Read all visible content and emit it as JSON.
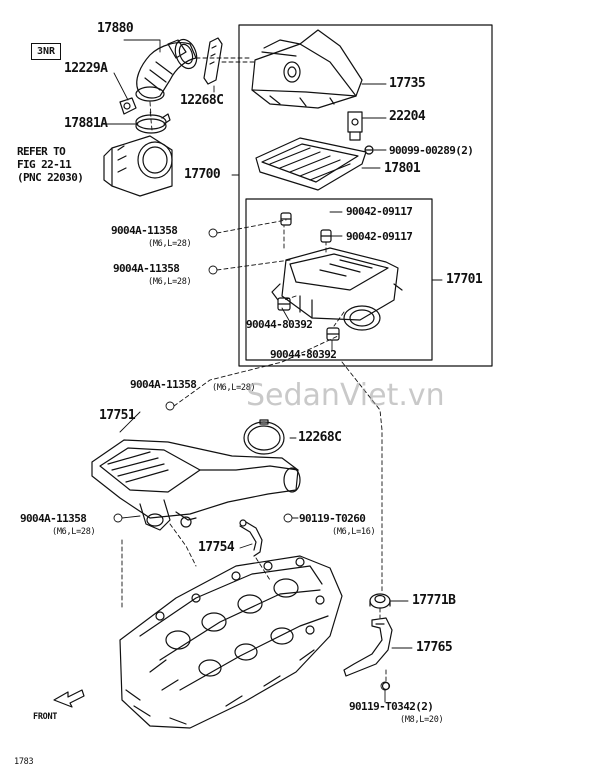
{
  "engine_tag": "3NR",
  "reference": {
    "line1": "REFER TO",
    "line2": "FIG 22-11",
    "line3": "(PNC 22030)"
  },
  "labels": {
    "p17880": "17880",
    "p12229A": "12229A",
    "p12268C_top": "12268C",
    "p17881A": "17881A",
    "p17735": "17735",
    "p22204": "22204",
    "p90099": "90099-00289(2)",
    "p17700": "17700",
    "p17801": "17801",
    "p90042_a": "90042-09117",
    "p90042_b": "90042-09117",
    "p9004A_a": "9004A-11358",
    "p9004A_a_spec": "(M6,L=28)",
    "p9004A_b": "9004A-11358",
    "p9004A_b_spec": "(M6,L=28)",
    "p17701": "17701",
    "p90044_a": "90044-80392",
    "p90044_b": "90044-80392",
    "p9004A_c": "9004A-11358",
    "p9004A_c_spec": "(M6,L=28)",
    "p17751": "17751",
    "p12268C_mid": "12268C",
    "p9004A_d": "9004A-11358",
    "p9004A_d_spec": "(M6,L=28)",
    "p90119_a": "90119-T0260",
    "p90119_a_spec": "(M6,L=16)",
    "p17754": "17754",
    "p17771B": "17771B",
    "p17765": "17765",
    "p90119_b": "90119-T0342(2)",
    "p90119_b_spec": "(M8,L=20)"
  },
  "front_label": "FRONT",
  "figure_code": "1783",
  "watermark": "SedanViet.vn"
}
